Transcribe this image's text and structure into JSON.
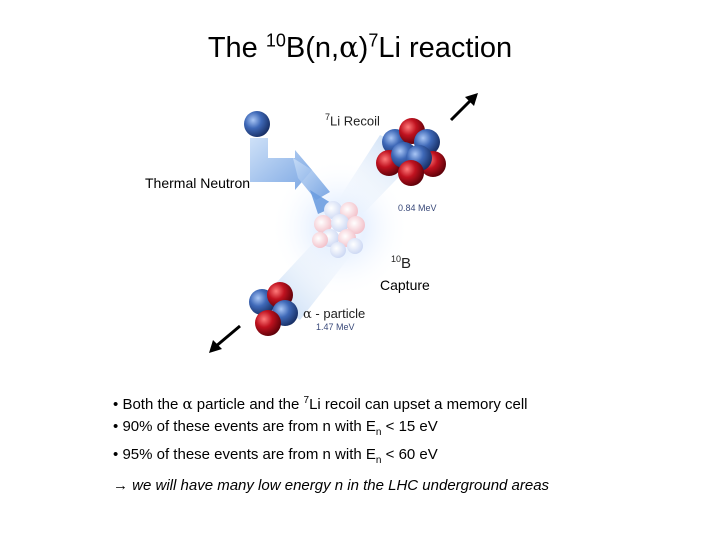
{
  "title": {
    "prefix": "The ",
    "mass10": "10",
    "mid": "B(n,",
    "alpha": "α",
    "close": ")",
    "mass7": "7",
    "suffix": "Li reaction"
  },
  "labels": {
    "li_recoil_mass": "7",
    "li_recoil_text": "Li Recoil",
    "li_energy": "0.84 MeV",
    "thermal_neutron": "Thermal Neutron",
    "b10_mass": "10",
    "b10_symbol": "B",
    "capture": "Capture",
    "alpha_symbol": "α",
    "alpha_text": " - particle",
    "alpha_energy": "1.47 MeV"
  },
  "bullets": [
    {
      "marker": "•",
      "pre": "Both the ",
      "alpha": "α",
      "mid": " particle and the ",
      "sup": "7",
      "post": "Li recoil can upset a memory cell"
    },
    {
      "marker": "•",
      "pre": "90% of these events are from n with E",
      "sub": "n",
      "post": " < 15 eV"
    },
    {
      "marker": "•",
      "pre": "95% of these events are from n with E",
      "sub": "n",
      "post": " < 60 eV"
    }
  ],
  "note": "→ we will have many low energy n in the LHC underground areas",
  "colors": {
    "proton": "#c0121f",
    "neutron": "#3f69b8",
    "glow": "#a9c6f0",
    "arrow_blue": "#8fb8ea"
  }
}
